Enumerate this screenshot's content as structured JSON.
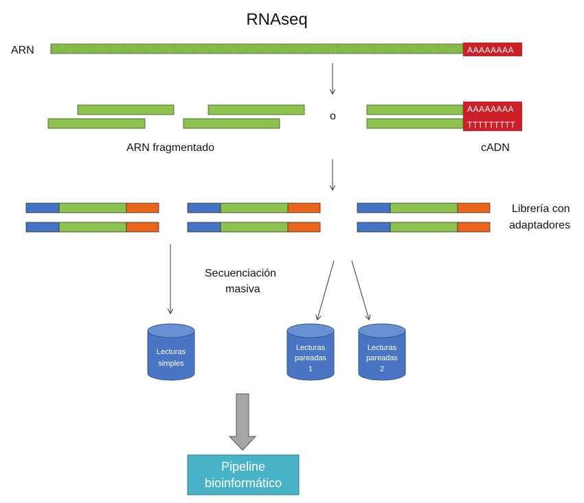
{
  "title": "RNAseq",
  "labels": {
    "rna": "ARN",
    "or": "o",
    "fragmented": "ARN fragmentado",
    "cdna": "cADN",
    "library_line1": "Librería con",
    "library_line2": "adaptadores",
    "sequencing_line1": "Secuenciación",
    "sequencing_line2": "masiva"
  },
  "polyA": "AAAAAAAA",
  "polyT": "TTTTTTTTT",
  "databases": {
    "single": [
      "Lecturas",
      "simples"
    ],
    "paired1": [
      "Lecturas",
      "pareadas",
      "1"
    ],
    "paired2": [
      "Lecturas",
      "pareadas",
      "2"
    ]
  },
  "pipeline": {
    "line1": "Pipeline",
    "line2": "bioinformático"
  },
  "colors": {
    "green": "#8dc24f",
    "red": "#cc1f27",
    "blue": "#4472c4",
    "orange": "#e9651b",
    "db_fill": "#4a74c4",
    "db_top": "#6a90d4",
    "pipeline_fill": "#48b2c6",
    "arrow_gray": "#a6a6a6"
  }
}
